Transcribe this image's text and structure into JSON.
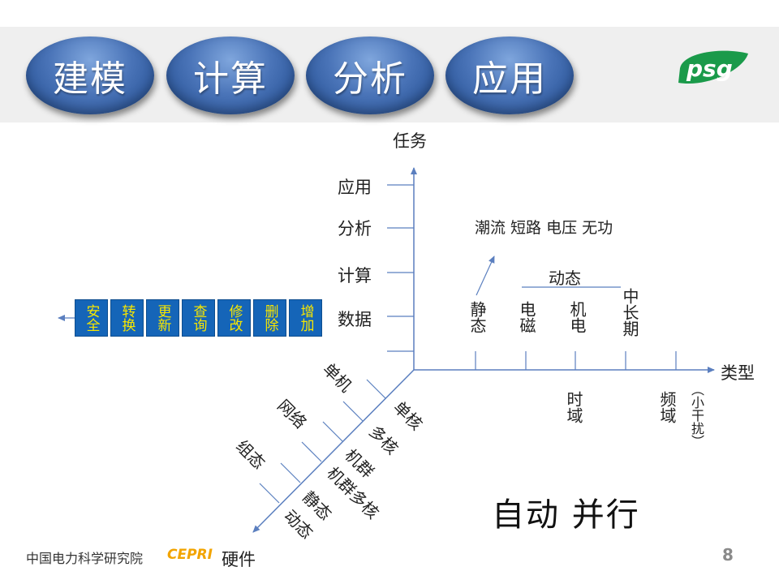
{
  "header": {
    "pills": [
      "建模",
      "计算",
      "分析",
      "应用"
    ],
    "logo_text": "psg"
  },
  "axes": {
    "y_title": "任务",
    "x_title": "类型",
    "z_title": "硬件",
    "y_ticks": [
      "数据",
      "计算",
      "分析",
      "应用"
    ],
    "x_ticks": [
      "静态",
      "电磁",
      "机电",
      "中长期"
    ],
    "x_bottom": [
      "时域",
      "频域",
      "（小干扰）"
    ],
    "dynamic_label": "动态",
    "problems": "潮流 短路 电压 无功"
  },
  "operations": [
    "安全",
    "转换",
    "更新",
    "查询",
    "修改",
    "删除",
    "增加"
  ],
  "hardware_left": [
    "单机",
    "网络",
    "组态"
  ],
  "hardware_right": [
    "单核",
    "多核",
    "机群",
    "机群多核",
    "静态",
    "动态"
  ],
  "slogan": "自动  并行",
  "footer": {
    "org": "中国电力科学研究院",
    "cepri": "CEPRI",
    "page": "8"
  },
  "colors": {
    "pill_blue": "#4a74b8",
    "axis_blue": "#5b7fbf",
    "op_box_bg": "#1565b8",
    "op_box_text": "#f7e600",
    "logo_green": "#1a9a4a",
    "cepri_orange": "#f2a400"
  }
}
